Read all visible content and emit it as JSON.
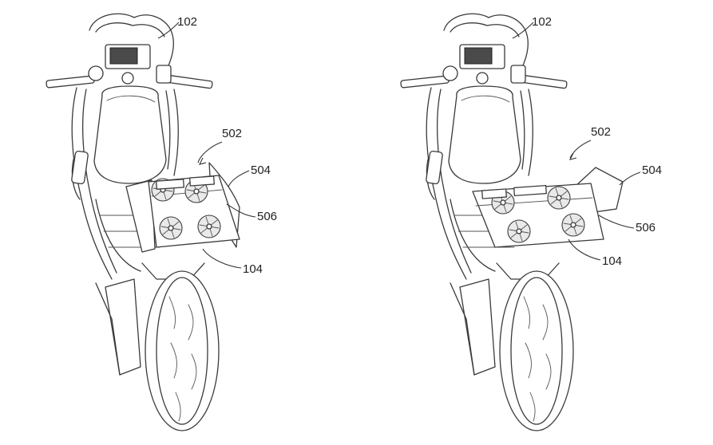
{
  "figures": [
    {
      "id": "left",
      "labels": {
        "vehicle_front": "102",
        "system": "502",
        "flap": "504",
        "fans": "506",
        "rear": "104"
      }
    },
    {
      "id": "right",
      "labels": {
        "vehicle_front": "102",
        "system": "502",
        "flap": "504",
        "fans": "506",
        "rear": "104"
      }
    }
  ],
  "colors": {
    "line": "#3a3a3a",
    "background": "#ffffff"
  }
}
